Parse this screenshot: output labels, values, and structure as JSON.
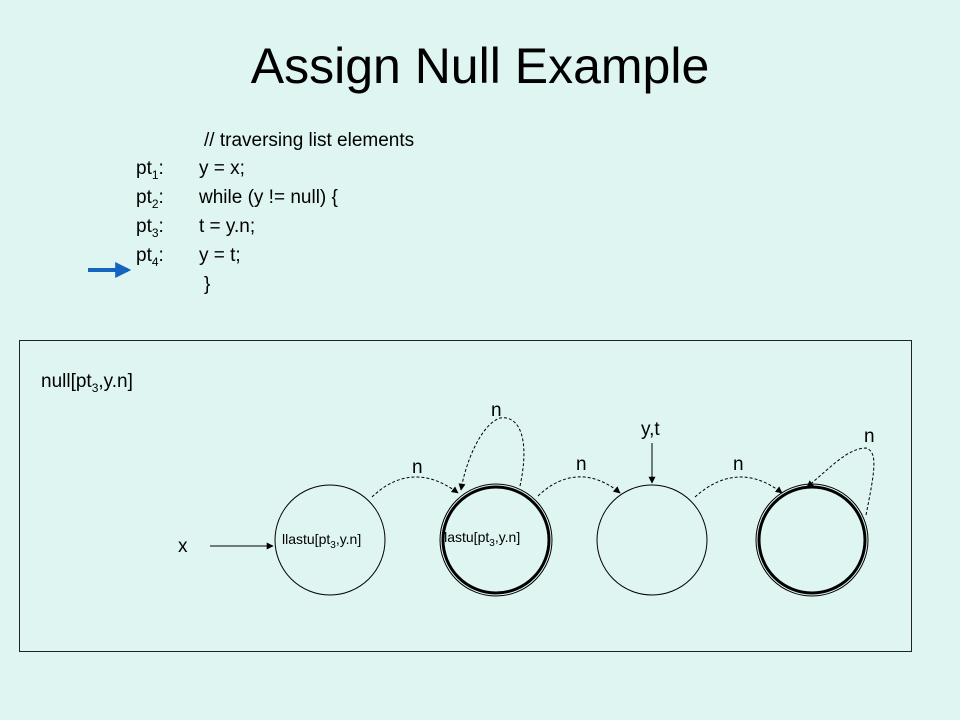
{
  "title": "Assign Null Example",
  "code": {
    "comment": "// traversing list elements",
    "lines": [
      {
        "label_pre": "pt",
        "label_sub": "1",
        "label_post": ":",
        "stmt": "y = x;"
      },
      {
        "label_pre": "pt",
        "label_sub": "2",
        "label_post": ":",
        "stmt": "while (y != null) {"
      },
      {
        "label_pre": "pt",
        "label_sub": "3",
        "label_post": ":",
        "stmt": "t = y.n;"
      },
      {
        "label_pre": "pt",
        "label_sub": "4",
        "label_post": ":",
        "stmt": "y = t;"
      }
    ],
    "closing": "}"
  },
  "colors": {
    "background": "#dff5f1",
    "arrow": "#1565c0"
  },
  "diagram": {
    "predicate": {
      "pre": "null[pt",
      "sub": "3",
      "post": ",y.n]"
    },
    "x_label": "x",
    "yt_label": "y,t",
    "edge_labels": [
      "n",
      "n",
      "n",
      "n",
      "n"
    ],
    "nodes": [
      {
        "pre": "llastu[pt",
        "sub": "3",
        "post": ",y.n]"
      },
      {
        "pre": "llastu[pt",
        "sub": "3",
        "post": ",y.n]"
      }
    ]
  }
}
